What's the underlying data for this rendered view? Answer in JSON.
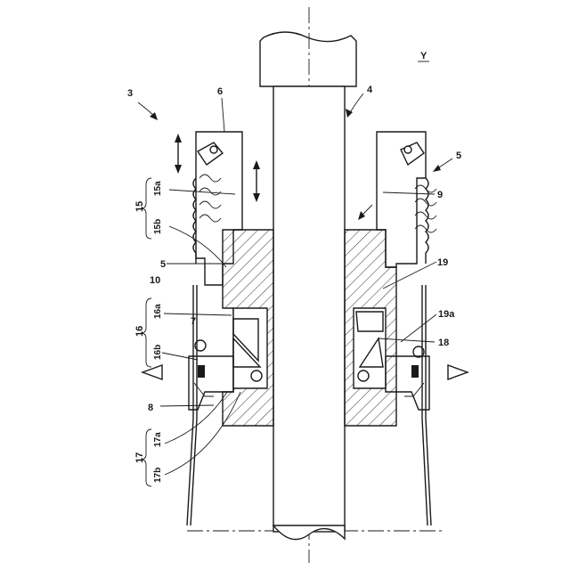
{
  "figure": {
    "view_label": "Y",
    "labels": {
      "l3": "3",
      "l4": "4",
      "l5_right": "5",
      "l5_left": "5",
      "l6": "6",
      "l7": "7",
      "l8": "8",
      "l9": "9",
      "l10": "10",
      "l15": "15",
      "l15a": "15a",
      "l15b": "15b",
      "l16": "16",
      "l16a": "16a",
      "l16b": "16b",
      "l17": "17",
      "l17a": "17a",
      "l17b": "17b",
      "l18": "18",
      "l19": "19",
      "l19a": "19a"
    }
  }
}
